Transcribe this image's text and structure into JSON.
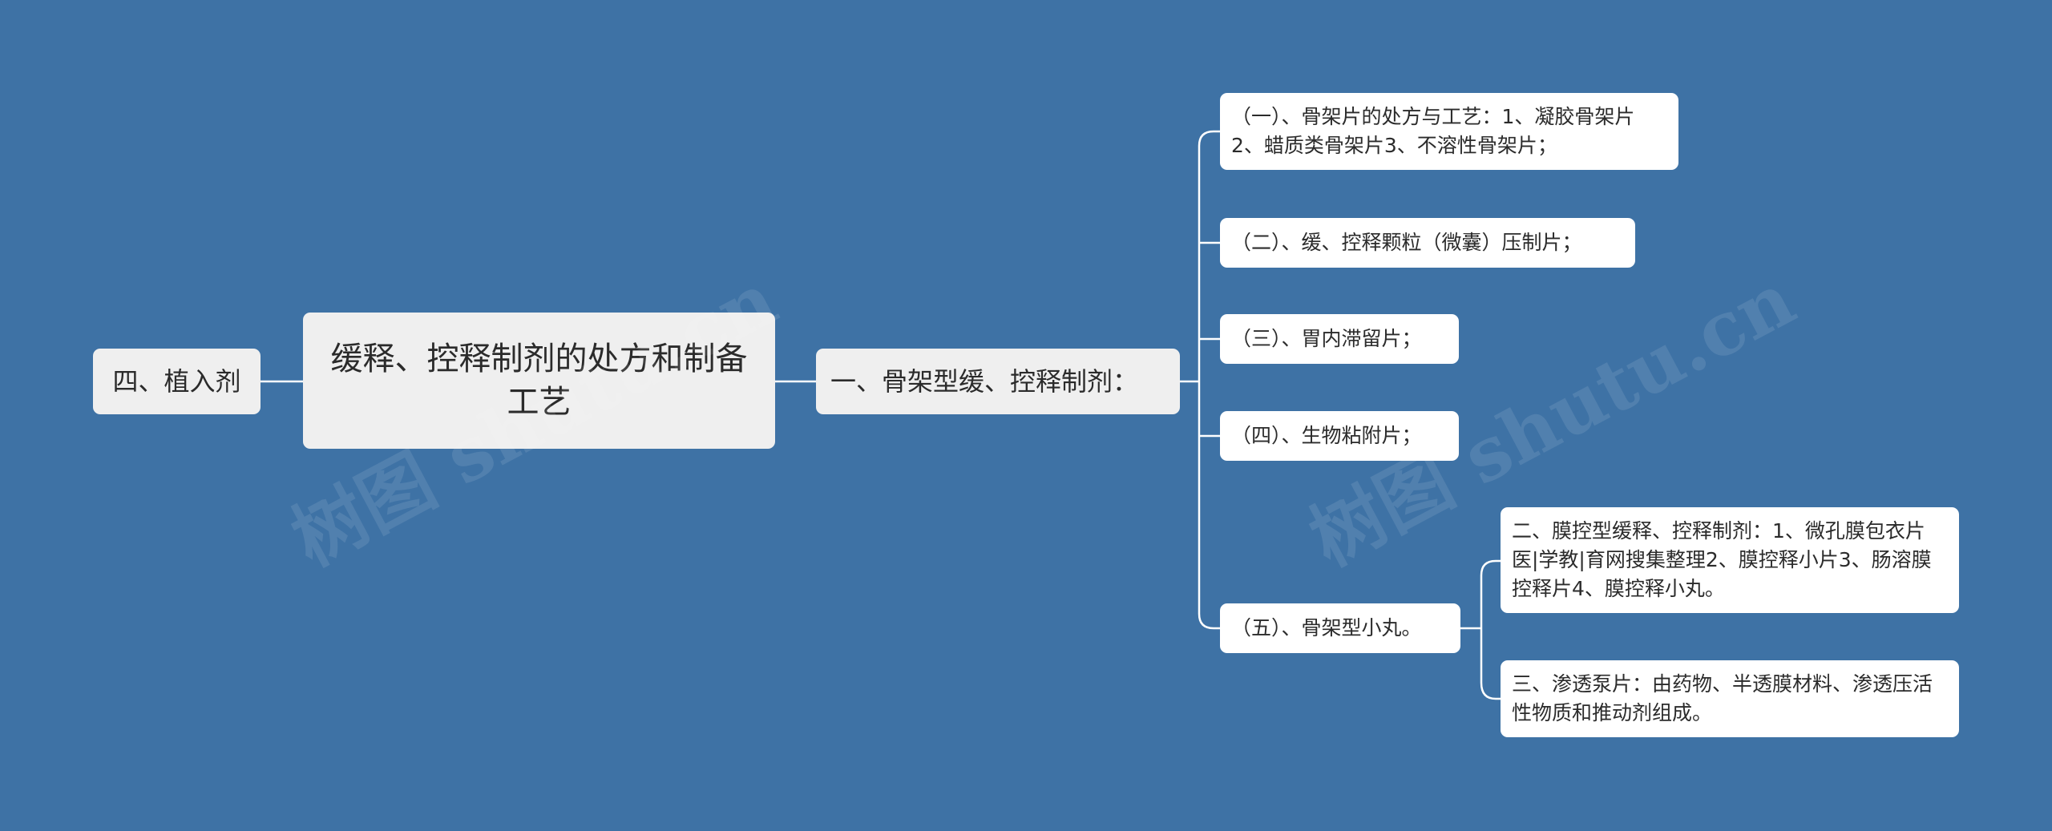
{
  "root": {
    "title": "缓释、控释制剂的处方和制备工艺"
  },
  "left": {
    "label": "四、植入剂"
  },
  "branch": {
    "label": "一、骨架型缓、控释制剂："
  },
  "leaves": [
    {
      "label": "（一）、骨架片的处方与工艺：1、凝胶骨架片2、蜡质类骨架片3、不溶性骨架片；"
    },
    {
      "label": "（二）、缓、控释颗粒（微囊）压制片；"
    },
    {
      "label": "（三）、胃内滞留片；"
    },
    {
      "label": "（四）、生物粘附片；"
    },
    {
      "label": "（五）、骨架型小丸。"
    }
  ],
  "sub_leaves": [
    {
      "label": "二、膜控型缓释、控释制剂：1、微孔膜包衣片医|学教|育网搜集整理2、膜控释小片3、肠溶膜控释片4、膜控释小丸。"
    },
    {
      "label": "三、渗透泵片：由药物、半透膜材料、渗透压活性物质和推动剂组成。"
    }
  ],
  "watermarks": [
    "树图 shutu.cn",
    "树图 shutu.cn"
  ],
  "colors": {
    "background": "#3e72a5",
    "line": "#ffffff",
    "node": "#ffffff",
    "root": "#efefef"
  }
}
